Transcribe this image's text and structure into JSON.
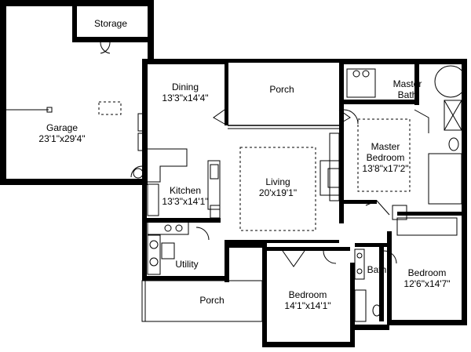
{
  "rooms": {
    "storage": {
      "name": "Storage"
    },
    "garage": {
      "name": "Garage",
      "size": "23'1\"x29'4\""
    },
    "dining": {
      "name": "Dining",
      "size": "13'3\"x14'4\""
    },
    "porch_front": {
      "name": "Porch"
    },
    "master_bath": {
      "name": "Master",
      "name2": "Bath"
    },
    "master_bedroom": {
      "name": "Master",
      "name2": "Bedroom",
      "size": "13'8\"x17'2\""
    },
    "kitchen": {
      "name": "Kitchen",
      "size": "13'3\"x14'1\""
    },
    "living": {
      "name": "Living",
      "size": "20'x19'1\""
    },
    "utility": {
      "name": "Utility"
    },
    "porch_rear": {
      "name": "Porch"
    },
    "bedroom2": {
      "name": "Bedroom",
      "size": "14'1\"x14'1\""
    },
    "bath": {
      "name": "Bath"
    },
    "bedroom3": {
      "name": "Bedroom",
      "size": "12'6\"x14'7\""
    }
  }
}
